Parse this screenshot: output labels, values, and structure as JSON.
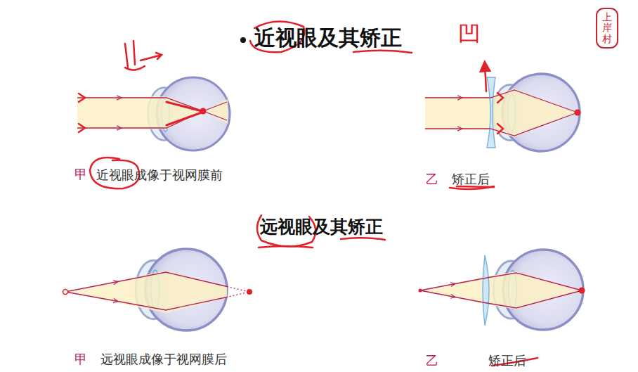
{
  "diagram": {
    "title": "近视眼及其矫正",
    "nodes": [
      {
        "text": [
          "甲",
          "近视眼成像于视网膜前"
        ]
      },
      {
        "text": [
          "乙",
          "矫正后"
        ]
      },
      {
        "text": [
          "甲",
          "远视眼成像于视网膜后"
        ]
      },
      {
        "text": [
          "乙",
          "矫正后"
        ]
      }
    ],
    "labels": [
      "远视眼及其矫正",
      "凹",
      "上岸村"
    ]
  }
}
